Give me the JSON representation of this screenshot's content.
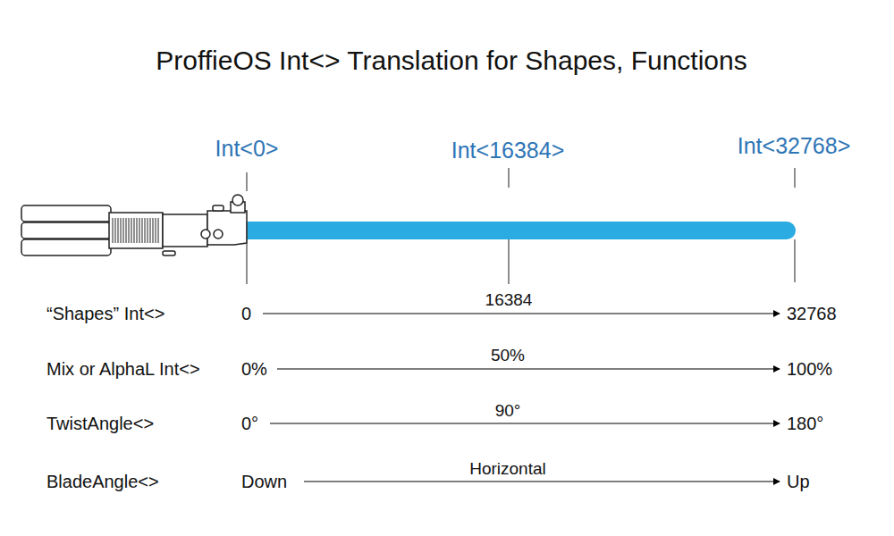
{
  "diagram": {
    "title": "ProffieOS Int<> Translation for Shapes, Functions",
    "labels": [
      "Int<0>",
      "Int<16384>",
      "Int<32768>",
      "16384",
      "“Shapes” Int<>",
      "0",
      "32768",
      "50%",
      "Mix or AlphaL Int<>",
      "0%",
      "100%",
      "90°",
      "TwistAngle<>",
      "0°",
      "180°",
      "Horizontal",
      "BladeAngle<>",
      "Down",
      "Up"
    ]
  }
}
